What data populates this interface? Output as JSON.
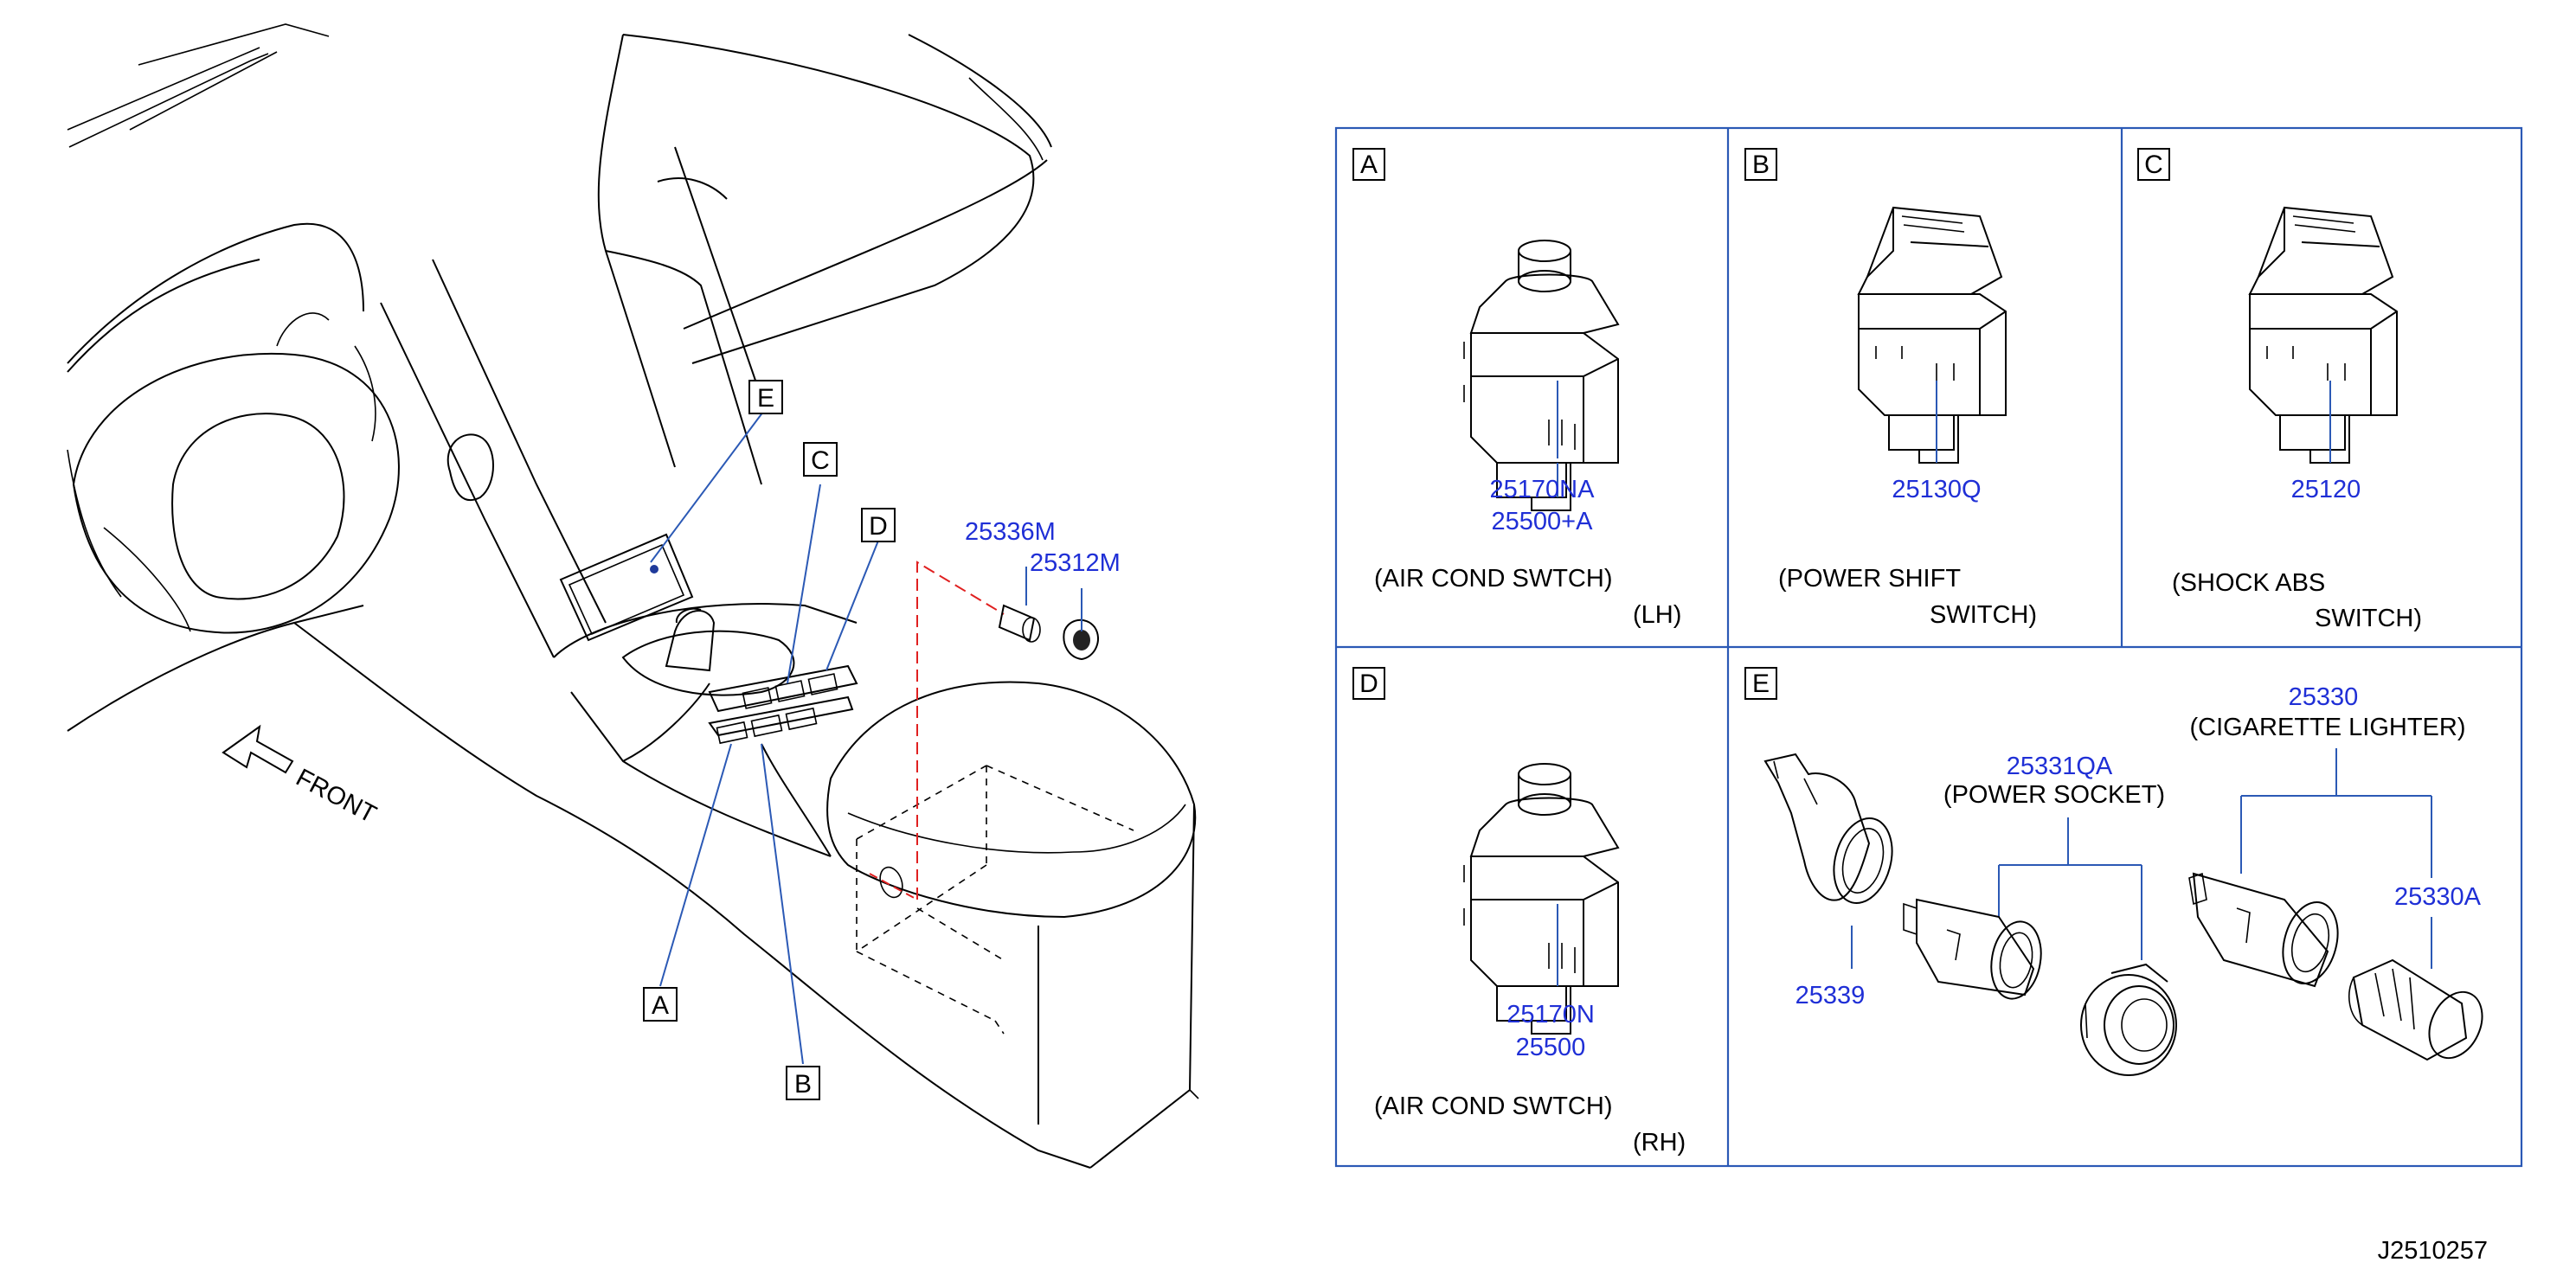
{
  "diagram": {
    "callouts": {
      "a": "A",
      "b": "B",
      "c": "C",
      "d": "D",
      "e": "E"
    },
    "front_label": "FRONT",
    "overview_parts": {
      "p25336m": "25336M",
      "p25312m": "25312M"
    },
    "panels": {
      "a": {
        "letter": "A",
        "part_1": "25170NA",
        "part_2": "25500+A",
        "desc_1": "(AIR   COND   SWTCH)",
        "desc_2": "(LH)"
      },
      "b": {
        "letter": "B",
        "part_1": "25130Q",
        "desc_1": "(POWER   SHIFT",
        "desc_2": "SWITCH)"
      },
      "c": {
        "letter": "C",
        "part_1": "25120",
        "desc_1": "(SHOCK   ABS",
        "desc_2": "SWITCH)"
      },
      "d": {
        "letter": "D",
        "part_1": "25170N",
        "part_2": "25500",
        "desc_1": "(AIR   COND   SWTCH)",
        "desc_2": "(RH)"
      },
      "e": {
        "letter": "E",
        "p25339": "25339",
        "p25331qa": "25331QA",
        "power_socket": "(POWER   SOCKET)",
        "p25330": "25330",
        "cigarette_lighter": "(CIGARETTE   LIGHTER)",
        "p25330a": "25330A"
      }
    },
    "drawing_code": "J2510257",
    "colors": {
      "part_number": "#1f2fd6",
      "leader": "#2b59b5",
      "hidden_line": "#e02020"
    }
  }
}
